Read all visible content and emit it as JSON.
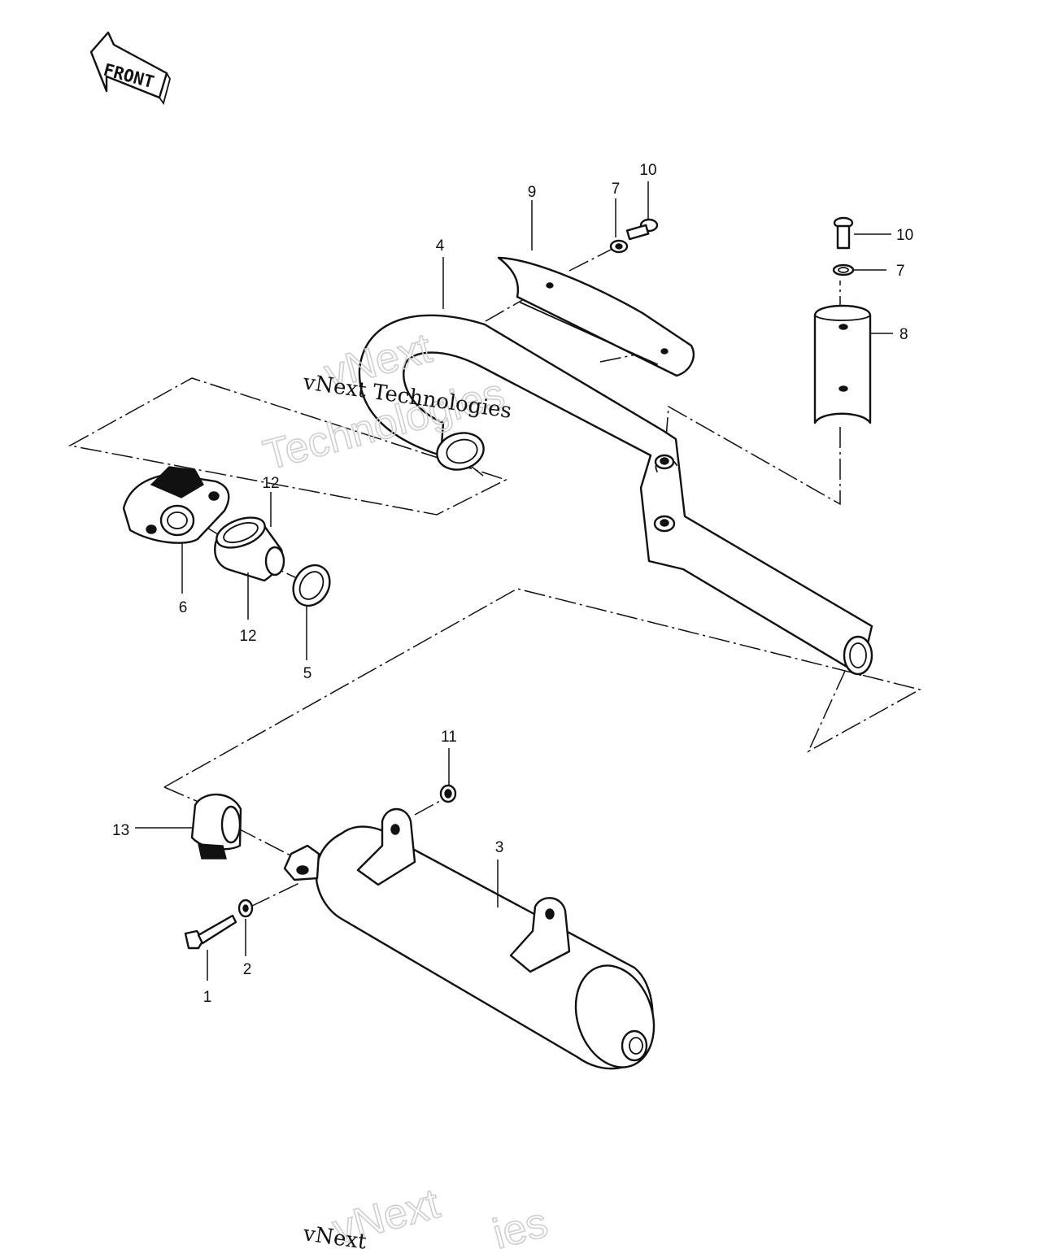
{
  "front_arrow": {
    "label": "FRONT",
    "icon": "left-arrow"
  },
  "callouts": {
    "c1": "1",
    "c2": "2",
    "c3": "3",
    "c4": "4",
    "c5": "5",
    "c6": "6",
    "c7_top": "7",
    "c7_right": "7",
    "c8": "8",
    "c9": "9",
    "c10_top": "10",
    "c10_right": "10",
    "c11": "11",
    "c12_top": "12",
    "c12_bottom": "12",
    "c13": "13"
  },
  "watermarks": {
    "serif_top": "vNext Technologies",
    "outline_top_1": "vNext",
    "outline_top_2": "Technologies",
    "outline_bottom_1": "vNext",
    "serif_bottom": "vNext",
    "outline_bottom_2": "ies"
  }
}
